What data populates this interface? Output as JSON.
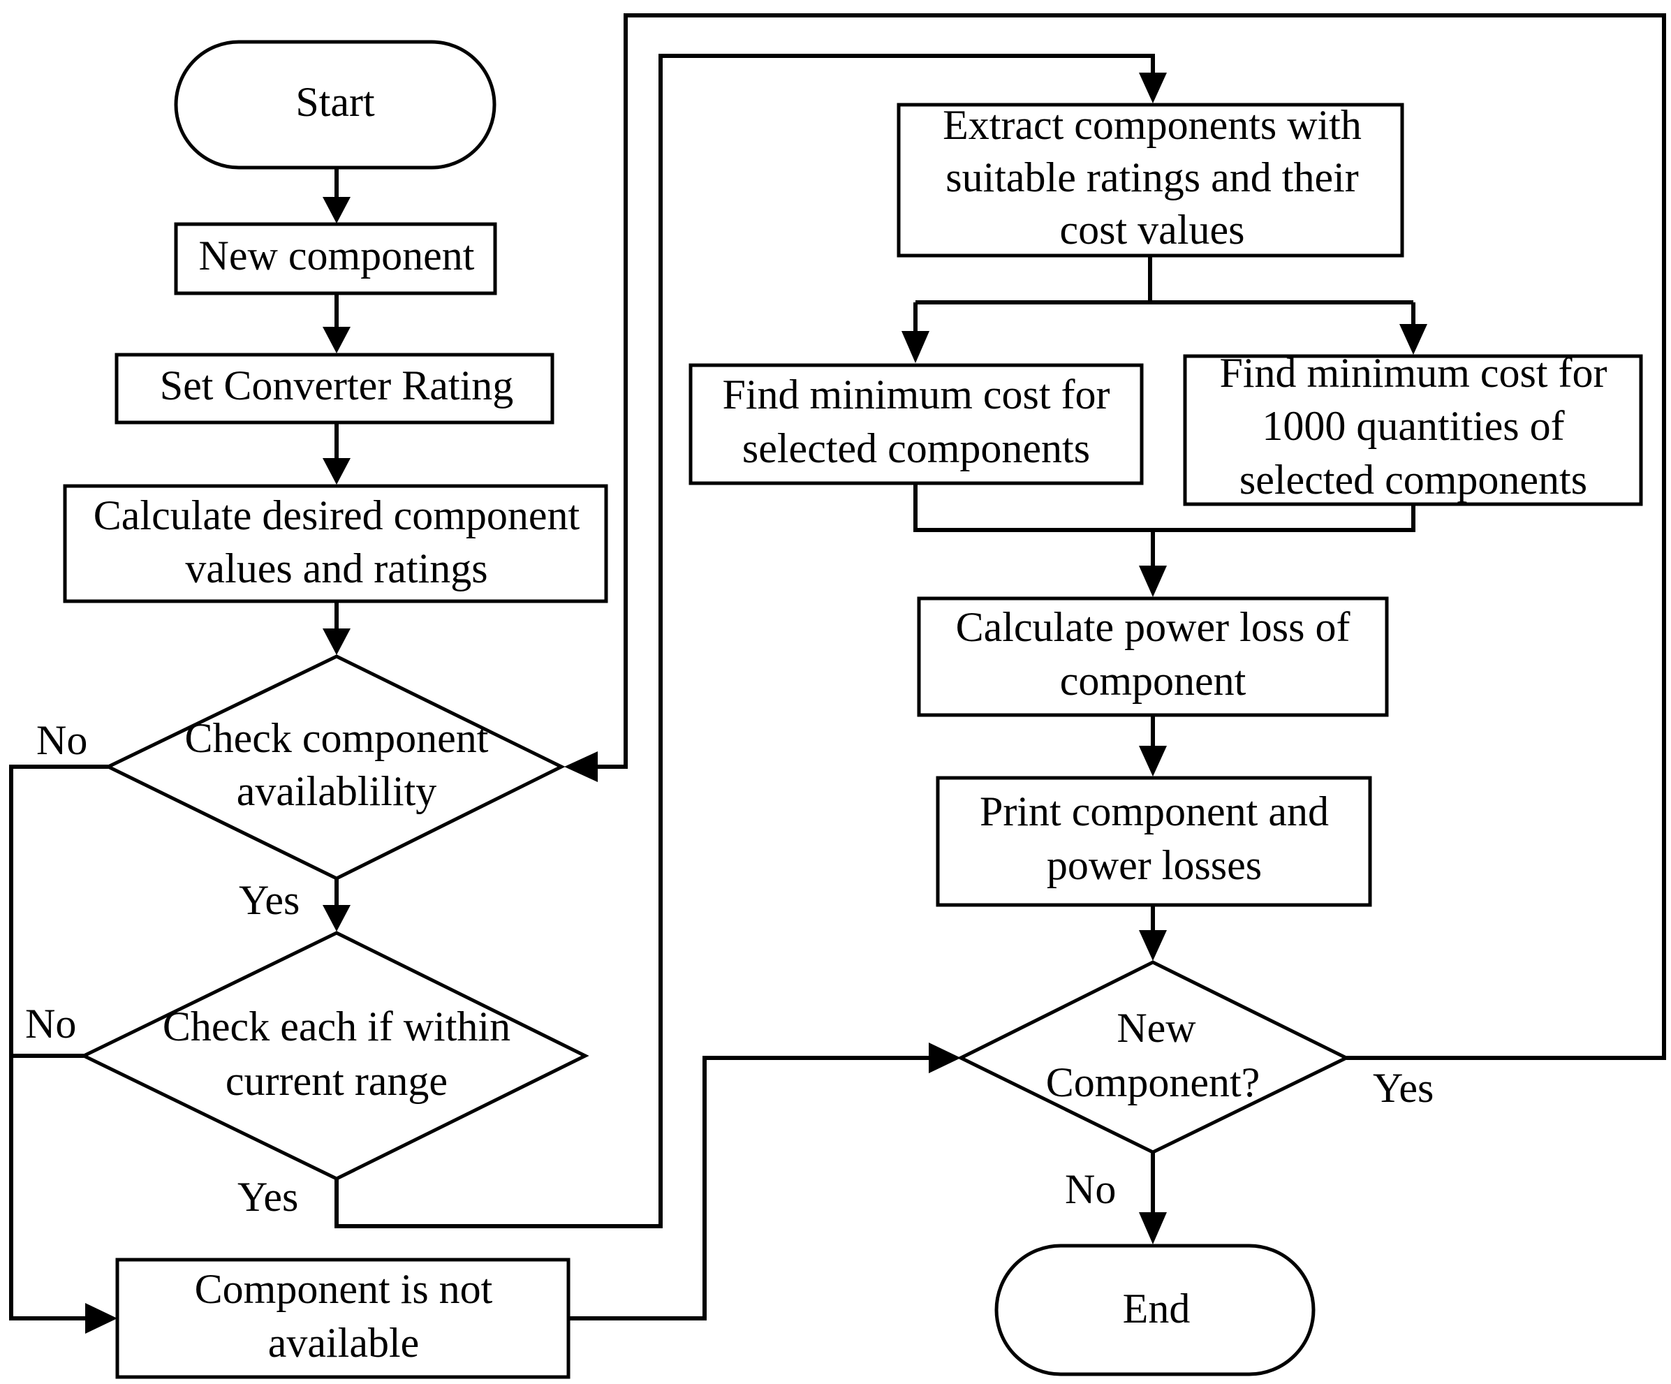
{
  "nodes": {
    "start": {
      "lines": [
        "Start"
      ]
    },
    "new_component": {
      "lines": [
        "New component"
      ]
    },
    "set_rating": {
      "lines": [
        "Set Converter Rating"
      ]
    },
    "calc_values": {
      "lines": [
        "Calculate desired component",
        "values and ratings"
      ]
    },
    "check_avail": {
      "lines": [
        "Check component",
        "availablility"
      ]
    },
    "check_range": {
      "lines": [
        "Check each if within",
        "current range"
      ]
    },
    "not_available": {
      "lines": [
        "Component is not",
        "available"
      ]
    },
    "extract": {
      "lines": [
        "Extract components with",
        "suitable ratings and their",
        "cost values"
      ]
    },
    "min_cost": {
      "lines": [
        "Find minimum cost for",
        "selected components"
      ]
    },
    "min_cost_1000": {
      "lines": [
        "Find minimum cost for",
        "1000 quantities of",
        "selected components"
      ]
    },
    "power_loss": {
      "lines": [
        "Calculate power loss of",
        "component"
      ]
    },
    "print": {
      "lines": [
        "Print component  and",
        "power losses"
      ]
    },
    "new_q": {
      "lines": [
        "New",
        "Component?"
      ]
    },
    "end": {
      "lines": [
        "End"
      ]
    }
  },
  "edge_labels": {
    "avail_no": "No",
    "avail_yes": "Yes",
    "range_no": "No",
    "range_yes": "Yes",
    "new_yes": "Yes",
    "new_no": "No"
  },
  "colors": {
    "stroke": "#000000",
    "fill": "#ffffff",
    "text": "#000000"
  }
}
